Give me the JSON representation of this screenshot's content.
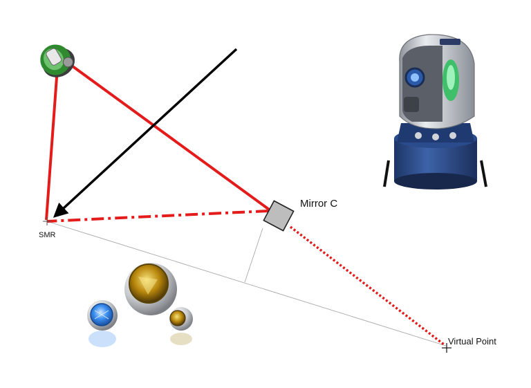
{
  "labels": {
    "mirror": "Mirror C",
    "smr": "SMR",
    "virtual_point": "Virtual Point"
  },
  "colors": {
    "beam": "#e41b1b",
    "arrow": "#000000",
    "construction_line": "#9a9a9a",
    "mirror_fill": "#bdbdbd",
    "tracker_body": "#2f4f8f",
    "tracker_head": "#c8ccd2",
    "tracker_lens": "#3fbf6a",
    "reflector_gold": "#c9a227",
    "reflector_blue": "#2f7fe0"
  },
  "icons": {
    "tracker_small": "laser-tracker-top-view-icon",
    "tracker_photo": "laser-tracker-icon",
    "reflectors": "retroreflector-spheres-icon"
  }
}
